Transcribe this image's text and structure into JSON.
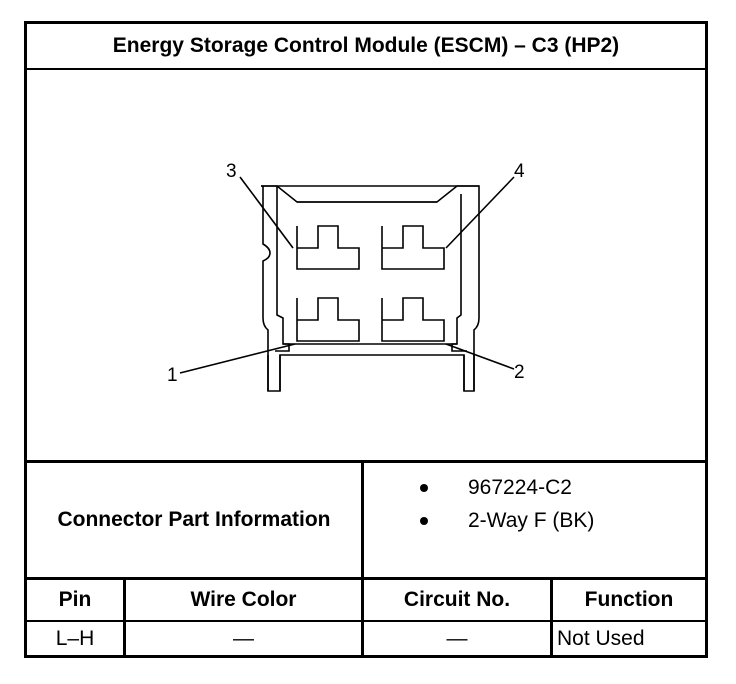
{
  "title": "Energy Storage Control Module (ESCM) – C3 (HP2)",
  "diagram": {
    "pin_labels": [
      "3",
      "4",
      "1",
      "2"
    ]
  },
  "connector_info": {
    "label": "Connector Part Information",
    "items": [
      "967224-C2",
      "2-Way F (BK)"
    ]
  },
  "table": {
    "headers": [
      "Pin",
      "Wire Color",
      "Circuit No.",
      "Function"
    ],
    "rows": [
      [
        "L–H",
        "—",
        "—",
        "Not Used"
      ]
    ]
  }
}
